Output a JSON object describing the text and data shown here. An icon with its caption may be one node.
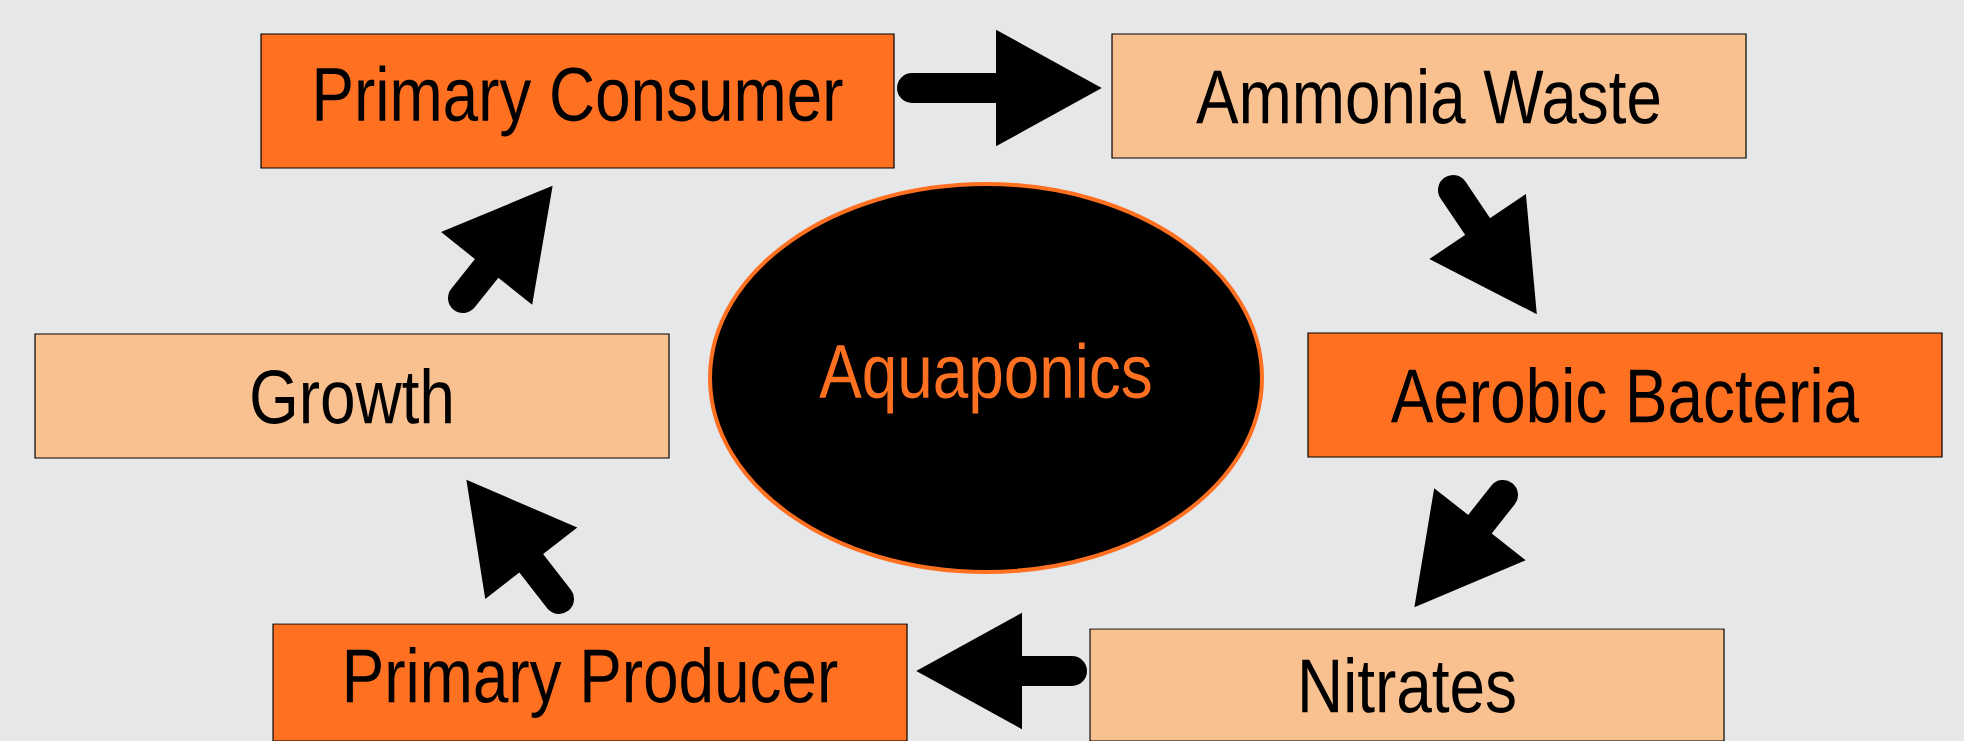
{
  "diagram": {
    "nodes": [
      {
        "text": [
          "Primary Consumer"
        ]
      },
      {
        "text": [
          "Ammonia Waste"
        ]
      },
      {
        "text": [
          "Aerobic Bacteria"
        ]
      },
      {
        "text": [
          "Nitrates"
        ]
      },
      {
        "text": [
          "Primary Producer"
        ]
      },
      {
        "text": [
          "Growth"
        ]
      },
      {
        "text": [
          "Aquaponics"
        ]
      }
    ],
    "edges": [
      {
        "from": 0,
        "to": 1,
        "arrow": "to"
      },
      {
        "from": 1,
        "to": 2,
        "arrow": "to"
      },
      {
        "from": 2,
        "to": 3,
        "arrow": "to"
      },
      {
        "from": 3,
        "to": 4,
        "arrow": "to"
      },
      {
        "from": 4,
        "to": 5,
        "arrow": "to"
      },
      {
        "from": 5,
        "to": 0,
        "arrow": "to"
      }
    ]
  }
}
